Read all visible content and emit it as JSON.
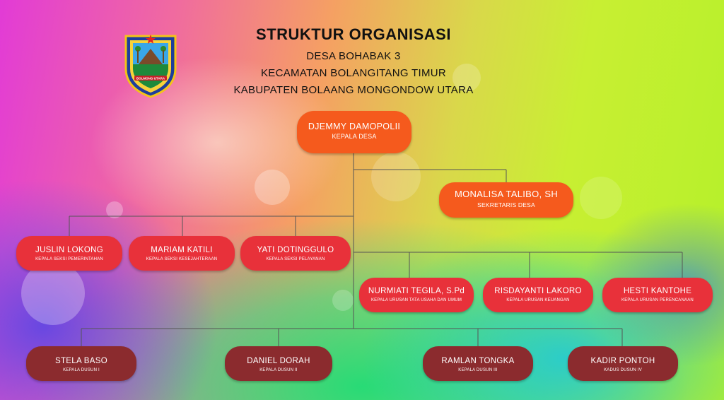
{
  "header": {
    "title": "STRUKTUR ORGANISASI",
    "line1": "DESA BOHABAK 3",
    "line2": "KECAMATAN BOLANGITANG TIMUR",
    "line3": "KABUPATEN BOLAANG MONGONDOW UTARA"
  },
  "logo": {
    "icon": "regency-emblem-shield",
    "text": "BOLMONG UTARA"
  },
  "colors": {
    "top": "#f55a1d",
    "staff": "#e8313a",
    "dusun": "#8b2b2e"
  },
  "nodes": {
    "kepala_desa": {
      "name": "DJEMMY DAMOPOLII",
      "role": "KEPALA DESA"
    },
    "sekretaris": {
      "name": "MONALISA TALIBO, SH",
      "role": "SEKRETARIS DESA"
    },
    "kasi_pemerintahan": {
      "name": "JUSLIN LOKONG",
      "role": "KEPALA SEKSI PEMERINTAHAN"
    },
    "kasi_kesejahteraan": {
      "name": "MARIAM KATILI",
      "role": "KEPALA SEKSI KESEJAHTERAAN"
    },
    "kasi_pelayanan": {
      "name": "YATI DOTINGGULO",
      "role": "KEPALA SEKSI PELAYANAN"
    },
    "kaur_umum": {
      "name": "NURMIATI TEGILA, S.Pd",
      "role": "KEPALA URUSAN TATA USAHA DAN UMUM"
    },
    "kaur_keuangan": {
      "name": "RISDAYANTI LAKORO",
      "role": "KEPALA URUSAN KEUANGAN"
    },
    "kaur_perencanaan": {
      "name": "HESTI KANTOHE",
      "role": "KEPALA URUSAN PERENCANAAN"
    },
    "dusun_1": {
      "name": "STELA BASO",
      "role": "KEPALA DUSUN I"
    },
    "dusun_2": {
      "name": "DANIEL DORAH",
      "role": "KEPALA DUSUN II"
    },
    "dusun_3": {
      "name": "RAMLAN TONGKA",
      "role": "KEPALA DUSUN III"
    },
    "dusun_4": {
      "name": "KADIR PONTOH",
      "role": "KADUS DUSUN IV"
    }
  }
}
